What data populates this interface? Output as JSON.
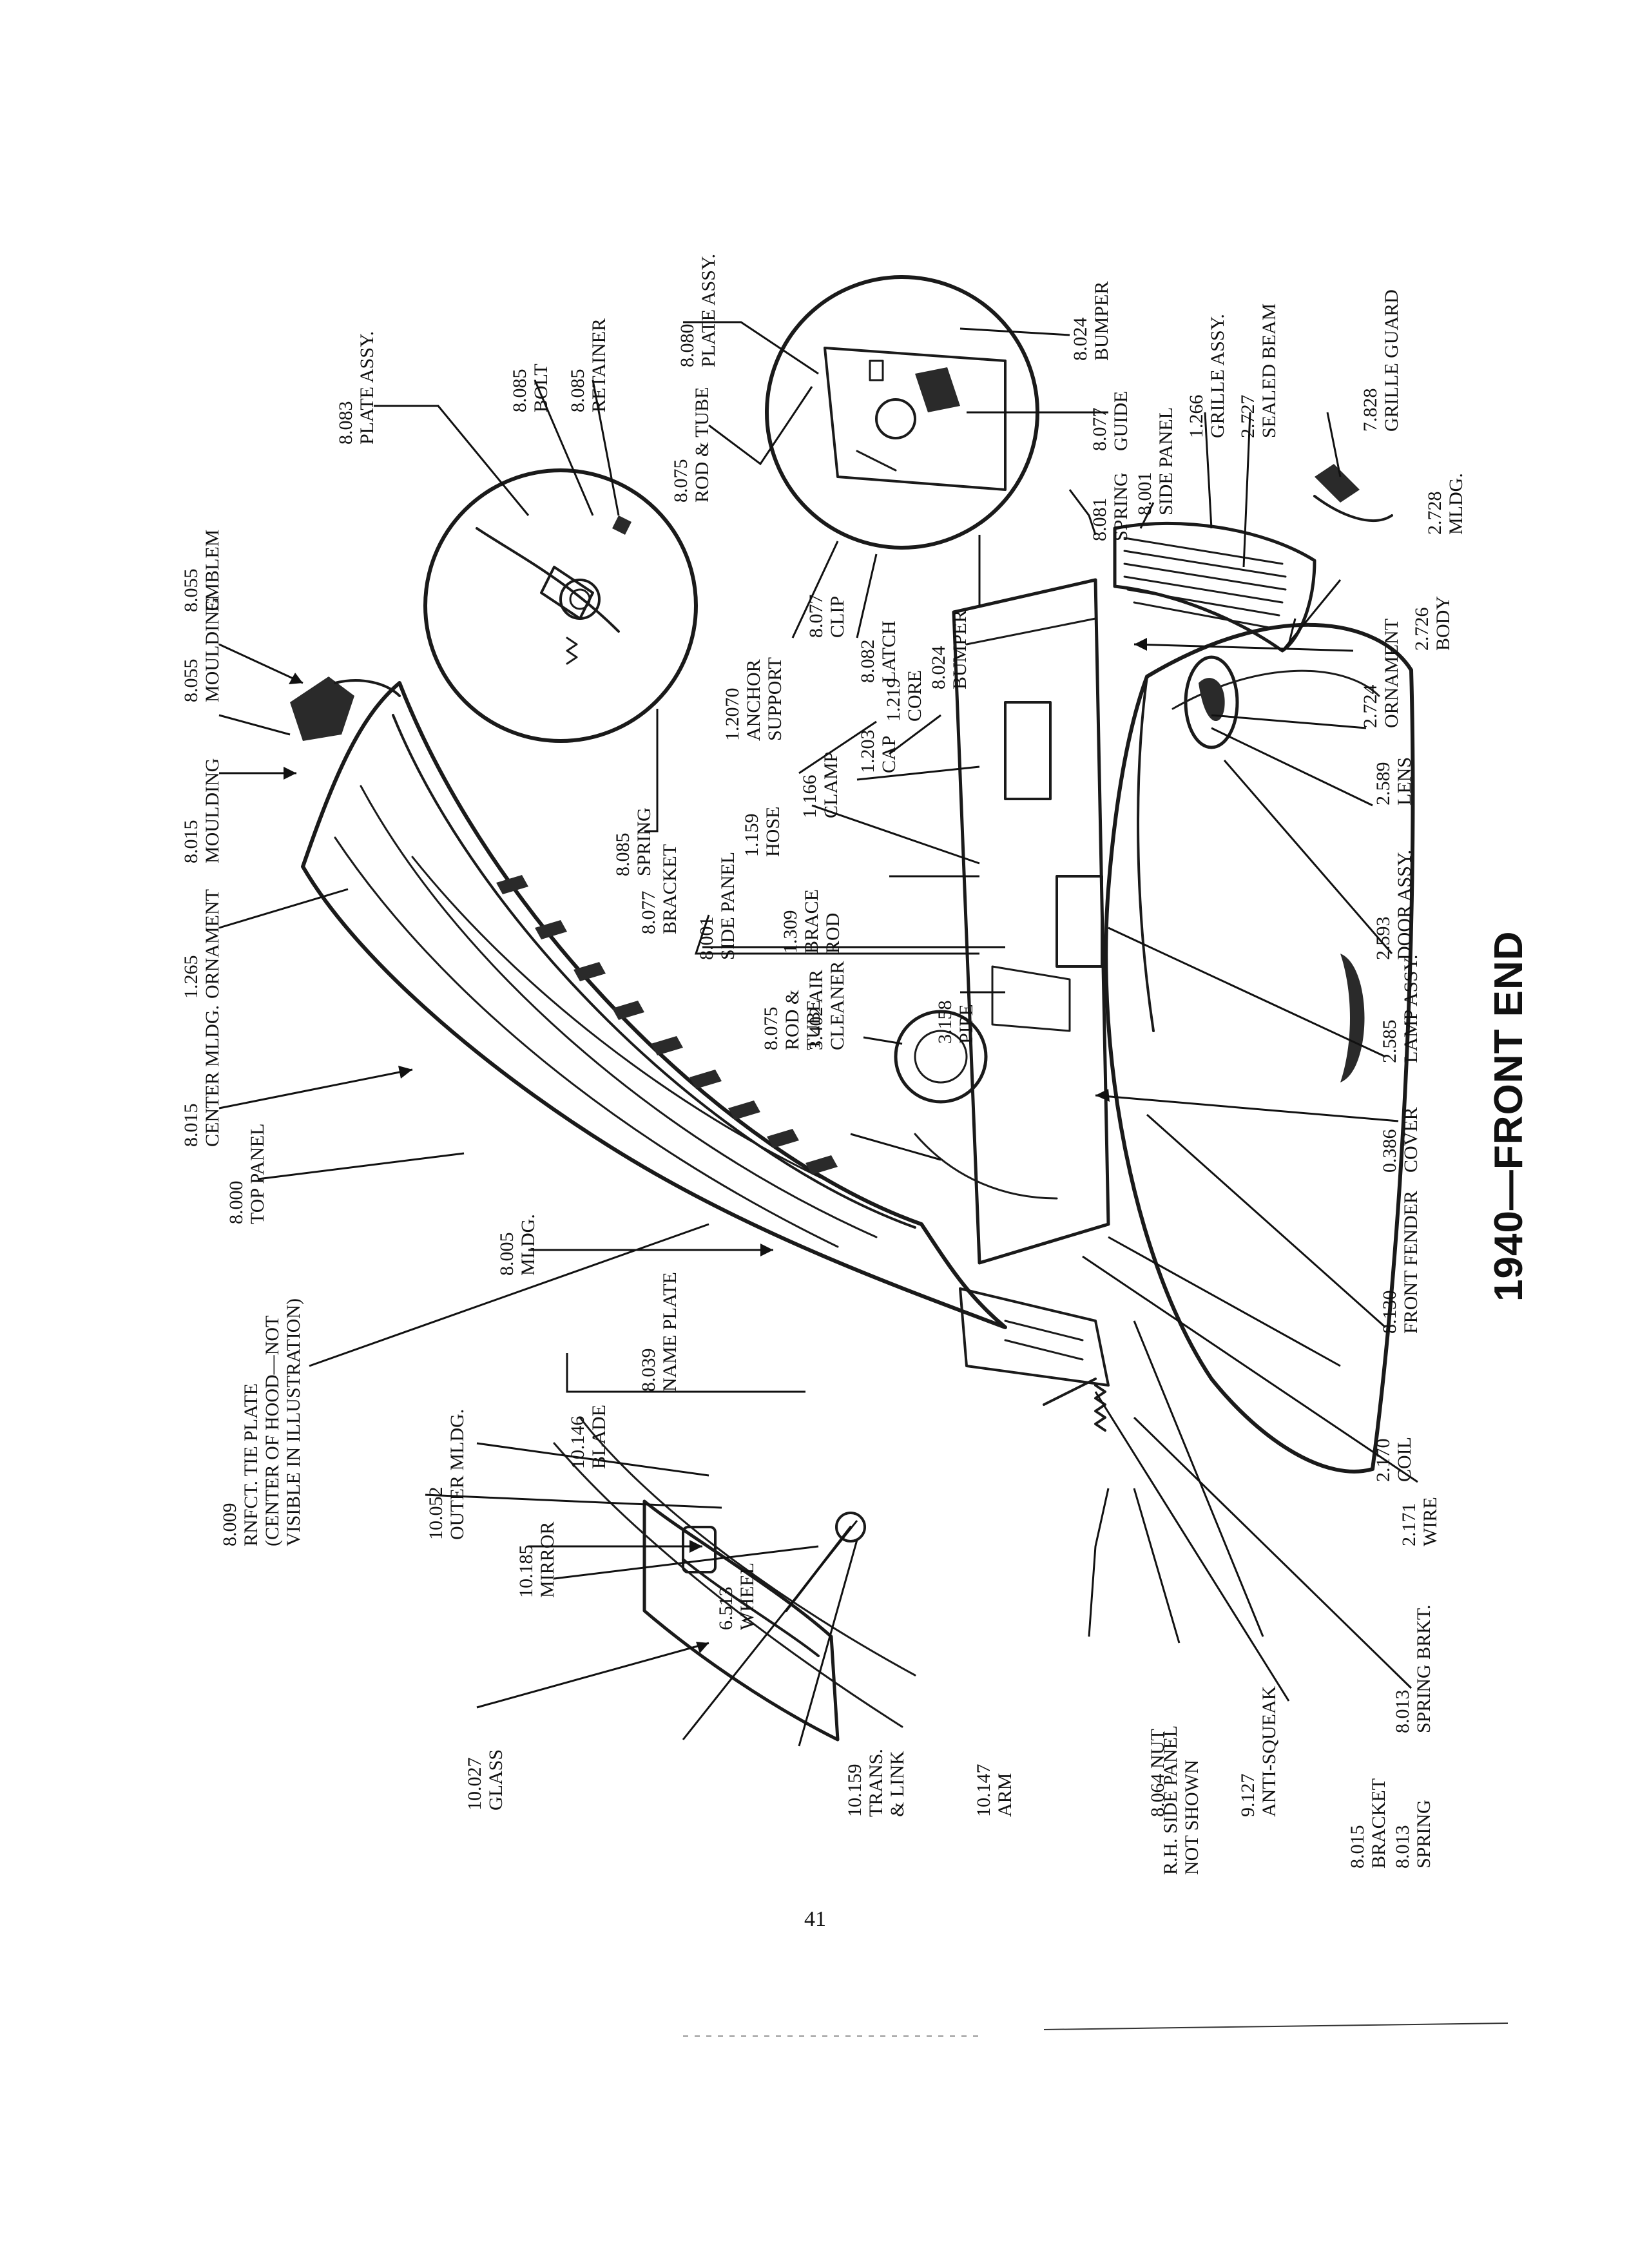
{
  "figure": {
    "title": "1940—FRONT END",
    "page_number": "41"
  },
  "labels": [
    {
      "id": "l01",
      "text": "8.083\nPLATE ASSY."
    },
    {
      "id": "l02",
      "text": "8.085\nBOLT"
    },
    {
      "id": "l03",
      "text": "8.085\nRETAINER"
    },
    {
      "id": "l04",
      "text": "8.080\nPLATE ASSY."
    },
    {
      "id": "l05",
      "text": "8.075\nROD & TUBE"
    },
    {
      "id": "l06",
      "text": "8.024\nBUMPER"
    },
    {
      "id": "l07",
      "text": "8.077\nGUIDE"
    },
    {
      "id": "l08",
      "text": "8.081\nSPRING"
    },
    {
      "id": "l09",
      "text": "1.266\nGRILLE ASSY."
    },
    {
      "id": "l10",
      "text": "2.727\nSEALED BEAM"
    },
    {
      "id": "l11",
      "text": "7.828\nGRILLE GUARD"
    },
    {
      "id": "l12",
      "text": "8.001\nSIDE PANEL"
    },
    {
      "id": "l13",
      "text": "2.728\nMLDG."
    },
    {
      "id": "l14",
      "text": "8.055\nEMBLEM"
    },
    {
      "id": "l15",
      "text": "8.055\nMOULDING"
    },
    {
      "id": "l16",
      "text": "8.015\nMOULDING"
    },
    {
      "id": "l17",
      "text": "1.265\nORNAMENT"
    },
    {
      "id": "l18",
      "text": "8.015\nCENTER MLDG."
    },
    {
      "id": "l19",
      "text": "8.000\nTOP PANEL"
    },
    {
      "id": "l20",
      "text": "8.005\nMLDG."
    },
    {
      "id": "l21",
      "text": "8.009\nRNFCT. TIE PLATE\n(CENTER OF HOOD—NOT\nVISIBLE IN ILLUSTRATION)"
    },
    {
      "id": "l22",
      "text": "8.085\nSPRING"
    },
    {
      "id": "l23",
      "text": "8.077\nCLIP"
    },
    {
      "id": "l24",
      "text": "8.082\nLATCH"
    },
    {
      "id": "l25",
      "text": "8.024\nBUMPER"
    },
    {
      "id": "l26",
      "text": "1.2070\nANCHOR\nSUPPORT"
    },
    {
      "id": "l27",
      "text": "1.219\nCORE"
    },
    {
      "id": "l28",
      "text": "1.203\nCAP"
    },
    {
      "id": "l29",
      "text": "1.166\nCLAMP"
    },
    {
      "id": "l30",
      "text": "1.159\nHOSE"
    },
    {
      "id": "l31",
      "text": "1.309\nBRACE\nROD"
    },
    {
      "id": "l32",
      "text": "8.077\nBRACKET"
    },
    {
      "id": "l33",
      "text": "8.001\nSIDE PANEL"
    },
    {
      "id": "l34",
      "text": "3.158\nPIPE"
    },
    {
      "id": "l35",
      "text": "3.402 AIR\nCLEANER"
    },
    {
      "id": "l36",
      "text": "8.075\nROD &\nTUBE"
    },
    {
      "id": "l37",
      "text": "2.726\nBODY"
    },
    {
      "id": "l38",
      "text": "2.724\nORNAMENT"
    },
    {
      "id": "l39",
      "text": "2.589\nLENS"
    },
    {
      "id": "l40",
      "text": "2.593\nDOOR ASSY."
    },
    {
      "id": "l41",
      "text": "2.585\nLAMP ASSY."
    },
    {
      "id": "l42",
      "text": "0.386\nCOVER"
    },
    {
      "id": "l43",
      "text": "8.130\nFRONT FENDER"
    },
    {
      "id": "l44",
      "text": "2.170\nCOIL"
    },
    {
      "id": "l45",
      "text": "2.171\nWIRE"
    },
    {
      "id": "l46",
      "text": "8.039\nNAME PLATE"
    },
    {
      "id": "l47",
      "text": "10.146\nBLADE"
    },
    {
      "id": "l48",
      "text": "10.052\nOUTER MLDG."
    },
    {
      "id": "l49",
      "text": "10.185\nMIRROR"
    },
    {
      "id": "l50",
      "text": "6.513\nWHEEL"
    },
    {
      "id": "l51",
      "text": "10.027\nGLASS"
    },
    {
      "id": "l52",
      "text": "10.159\nTRANS.\n& LINK"
    },
    {
      "id": "l53",
      "text": "10.147\nARM"
    },
    {
      "id": "l54",
      "text": "8.064 NUT"
    },
    {
      "id": "l55",
      "text": "R.H. SIDE PANEL\nNOT SHOWN"
    },
    {
      "id": "l56",
      "text": "9.127\nANTI-SQUEAK"
    },
    {
      "id": "l57",
      "text": "8.015\nBRACKET"
    },
    {
      "id": "l58",
      "text": "8.013\nSPRING"
    },
    {
      "id": "l59",
      "text": "8.013\nSPRING BRKT."
    }
  ]
}
